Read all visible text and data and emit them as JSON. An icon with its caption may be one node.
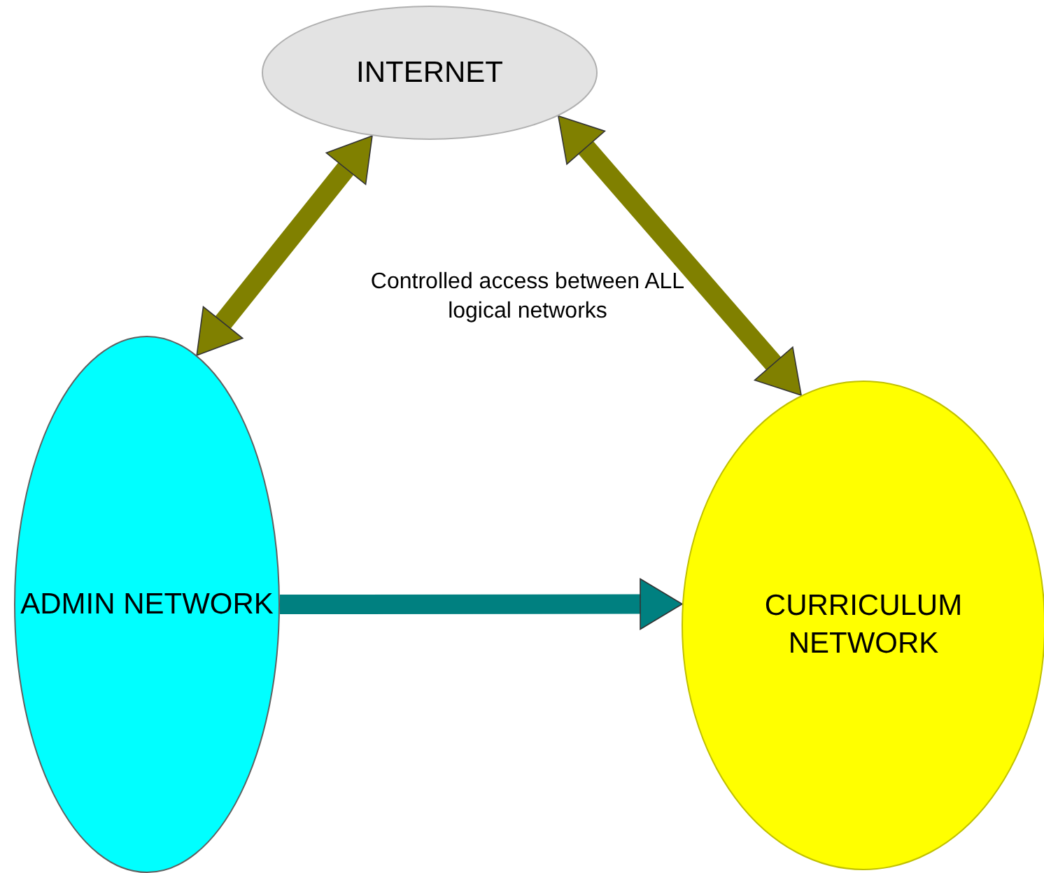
{
  "diagram": {
    "nodes": [
      {
        "text": [
          "INTERNET"
        ]
      },
      {
        "text": [
          "ADMIN NETWORK"
        ]
      },
      {
        "text": [
          "CURRICULUM NETWORK"
        ]
      }
    ],
    "edges": [
      {
        "from": 0,
        "to": 1,
        "arrow": "both"
      },
      {
        "from": 0,
        "to": 2,
        "arrow": "both"
      },
      {
        "from": 1,
        "to": 2,
        "arrow": "to",
        "color": "#008080"
      }
    ],
    "labels": [
      "Controlled access between ALL logical networks"
    ]
  }
}
